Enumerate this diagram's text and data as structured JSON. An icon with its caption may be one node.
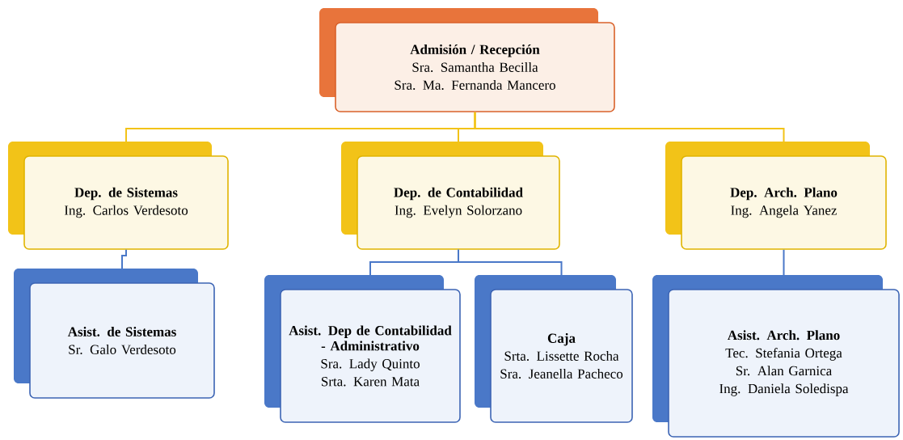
{
  "diagram": {
    "nodes": [
      {
        "text": [
          "Admisión / Recepción",
          "Sra. Samantha Becilla",
          "Sra. Ma. Fernanda Mancero"
        ]
      },
      {
        "text": [
          "Dep. de Sistemas",
          "Ing. Carlos Verdesoto"
        ]
      },
      {
        "text": [
          "Dep. de Contabilidad",
          "Ing. Evelyn Solorzano"
        ]
      },
      {
        "text": [
          "Dep. Arch. Plano",
          "Ing. Angela Yanez"
        ]
      },
      {
        "text": [
          "Asist. de Sistemas",
          "Sr. Galo Verdesoto"
        ]
      },
      {
        "text": [
          "Asist. Dep de Contabilidad - Administrativo",
          "Sra. Lady Quinto",
          "Srta. Karen Mata"
        ]
      },
      {
        "text": [
          "Caja",
          "Srta. Lissette Rocha",
          "Sra. Jeanella Pacheco"
        ]
      },
      {
        "text": [
          "Asist. Arch. Plano",
          "Tec. Stefania Ortega",
          "Sr. Alan Garnica",
          "Ing. Daniela Soledispa"
        ]
      }
    ],
    "edges": [
      {
        "from": 0,
        "to": 1,
        "arrow": "none",
        "color": "#f2c318"
      },
      {
        "from": 0,
        "to": 2,
        "arrow": "none",
        "color": "#f2c318"
      },
      {
        "from": 0,
        "to": 3,
        "arrow": "none",
        "color": "#f2c318"
      },
      {
        "from": 1,
        "to": 4,
        "arrow": "none"
      },
      {
        "from": 2,
        "to": 5,
        "arrow": "none"
      },
      {
        "from": 2,
        "to": 6,
        "arrow": "none"
      },
      {
        "from": 3,
        "to": 7,
        "arrow": "none"
      }
    ]
  }
}
